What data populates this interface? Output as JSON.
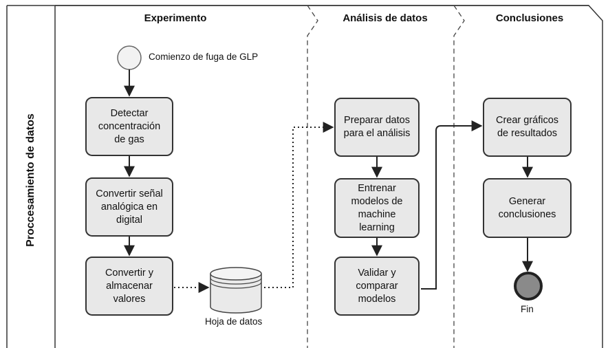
{
  "pool": {
    "title": "Proccesamiento de datos"
  },
  "lanes": {
    "experimento": "Experimento",
    "analisis": "Análisis de datos",
    "conclusiones": "Conclusiones"
  },
  "events": {
    "start": "Comienzo de fuga de GLP",
    "end": "Fin"
  },
  "data_store": {
    "label": "Hoja de datos"
  },
  "tasks": {
    "detectar": "Detectar\nconcentración\nde gas",
    "convertir_senal": "Convertir señal\nanalógica en\ndigital",
    "almacenar": "Convertir y\nalmacenar\nvalores",
    "preparar": "Preparar datos\npara el análisis",
    "entrenar": "Entrenar\nmodelos de\nmachine\nlearning",
    "validar": "Validar y\ncomparar\nmodelos",
    "graficos": "Crear gráficos\nde resultados",
    "generar": "Generar\nconclusiones"
  },
  "colors": {
    "task_fill": "#e8e8e8",
    "border": "#333333",
    "end_event_fill": "#8a8a8a",
    "start_event_fill": "#f2f2f2"
  }
}
